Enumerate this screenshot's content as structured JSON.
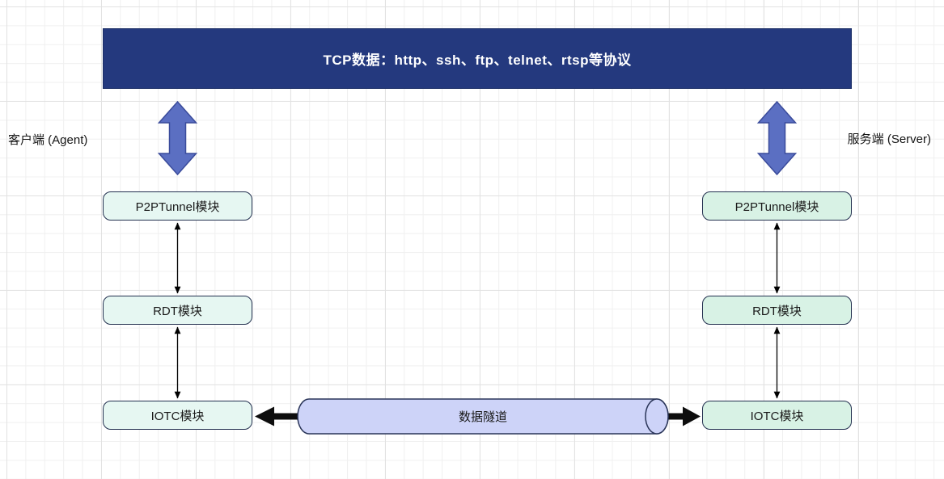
{
  "header": {
    "label": "TCP数据：http、ssh、ftp、telnet、rtsp等协议"
  },
  "side_labels": {
    "left": "客户端 (Agent)",
    "right": "服务端 (Server)"
  },
  "columns": {
    "left": {
      "boxes": [
        "P2PTunnel模块",
        "RDT模块",
        "IOTC模块"
      ]
    },
    "right": {
      "boxes": [
        "P2PTunnel模块",
        "RDT模块",
        "IOTC模块"
      ]
    }
  },
  "tunnel": {
    "label": "数据隧道"
  },
  "colors": {
    "header_bg": "#24397e",
    "header_text": "#ffffff",
    "double_arrow_fill": "#5b6fc2",
    "double_arrow_stroke": "#3a4b9b",
    "node_fill_left": "#e6f7f2",
    "node_fill_right": "#d8f2e5",
    "node_border": "#23304f",
    "tunnel_fill": "#cdd3f8",
    "tunnel_border": "#2a3558",
    "connector": "#000000",
    "thick_arrow": "#0d0d0d"
  }
}
